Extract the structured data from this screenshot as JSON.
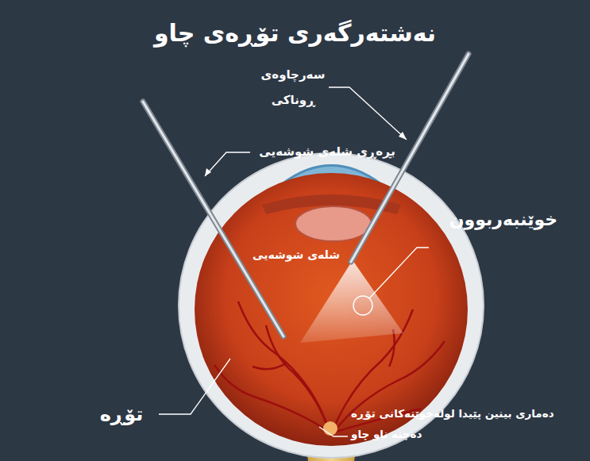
{
  "diagram": {
    "title": "نەشتەرگەری تۆڕەی چاو",
    "labels": [
      "سەرچاوەی ڕوناکی",
      "بڕەڕی شلەی شوشەیی",
      "شلەی شوشەیی",
      "خوێنبەربوون",
      "تۆڕە",
      "دەماری بینین پێیدا لولەخوێنەکانی تۆڕە دەچنە ناو چاو"
    ]
  }
}
